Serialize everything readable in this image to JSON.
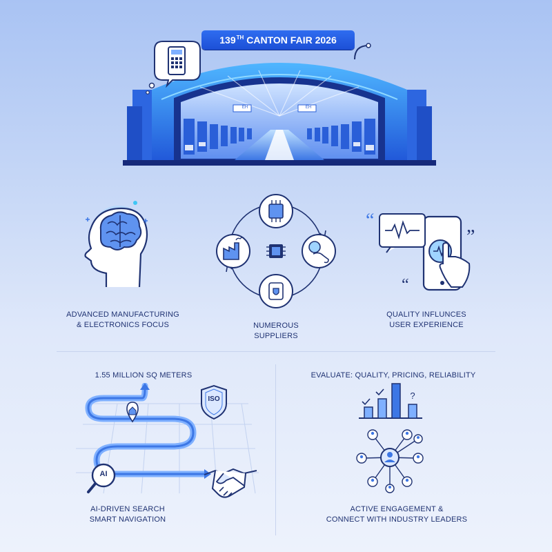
{
  "hero": {
    "banner_main": "139",
    "banner_sup": "TH",
    "banner_rest": "CANTON FAIR 2026",
    "sign_left": "EH",
    "sign_right": "EH",
    "phone_icon": "calculator-phone-icon"
  },
  "features": [
    {
      "lines": [
        "ADVANCED MANUFACTURING",
        "& ELECTRONICS FOCUS"
      ],
      "icon": "brain-head-icon"
    },
    {
      "lines": [
        "NUMEROUS",
        "SUPPLIERS"
      ],
      "icon": "supplier-cycle-icon"
    },
    {
      "lines": [
        "QUALITY INFLUNCES",
        "USER EXPERIENCE"
      ],
      "icon": "phone-touch-icon"
    }
  ],
  "bottom_left": {
    "area": "1.55 MILLION SQ METERS",
    "ai_label": "AI",
    "iso_label": "ISO",
    "lines": [
      "AI-DRIVEN SEARCH",
      "SMART NAVIGATION"
    ]
  },
  "bottom_right": {
    "evaluate": "EVALUATE: QUALITY, PRICING, RELIABILITY",
    "question_mark": "?",
    "lines": [
      "ACTIVE ENGAGEMENT &",
      "CONNECT WITH INDUSTRY LEADERS"
    ]
  },
  "colors": {
    "navy": "#1f3272",
    "accent": "#2f6df0",
    "light": "#7fb0ff",
    "cyan": "#3fc6f5"
  }
}
